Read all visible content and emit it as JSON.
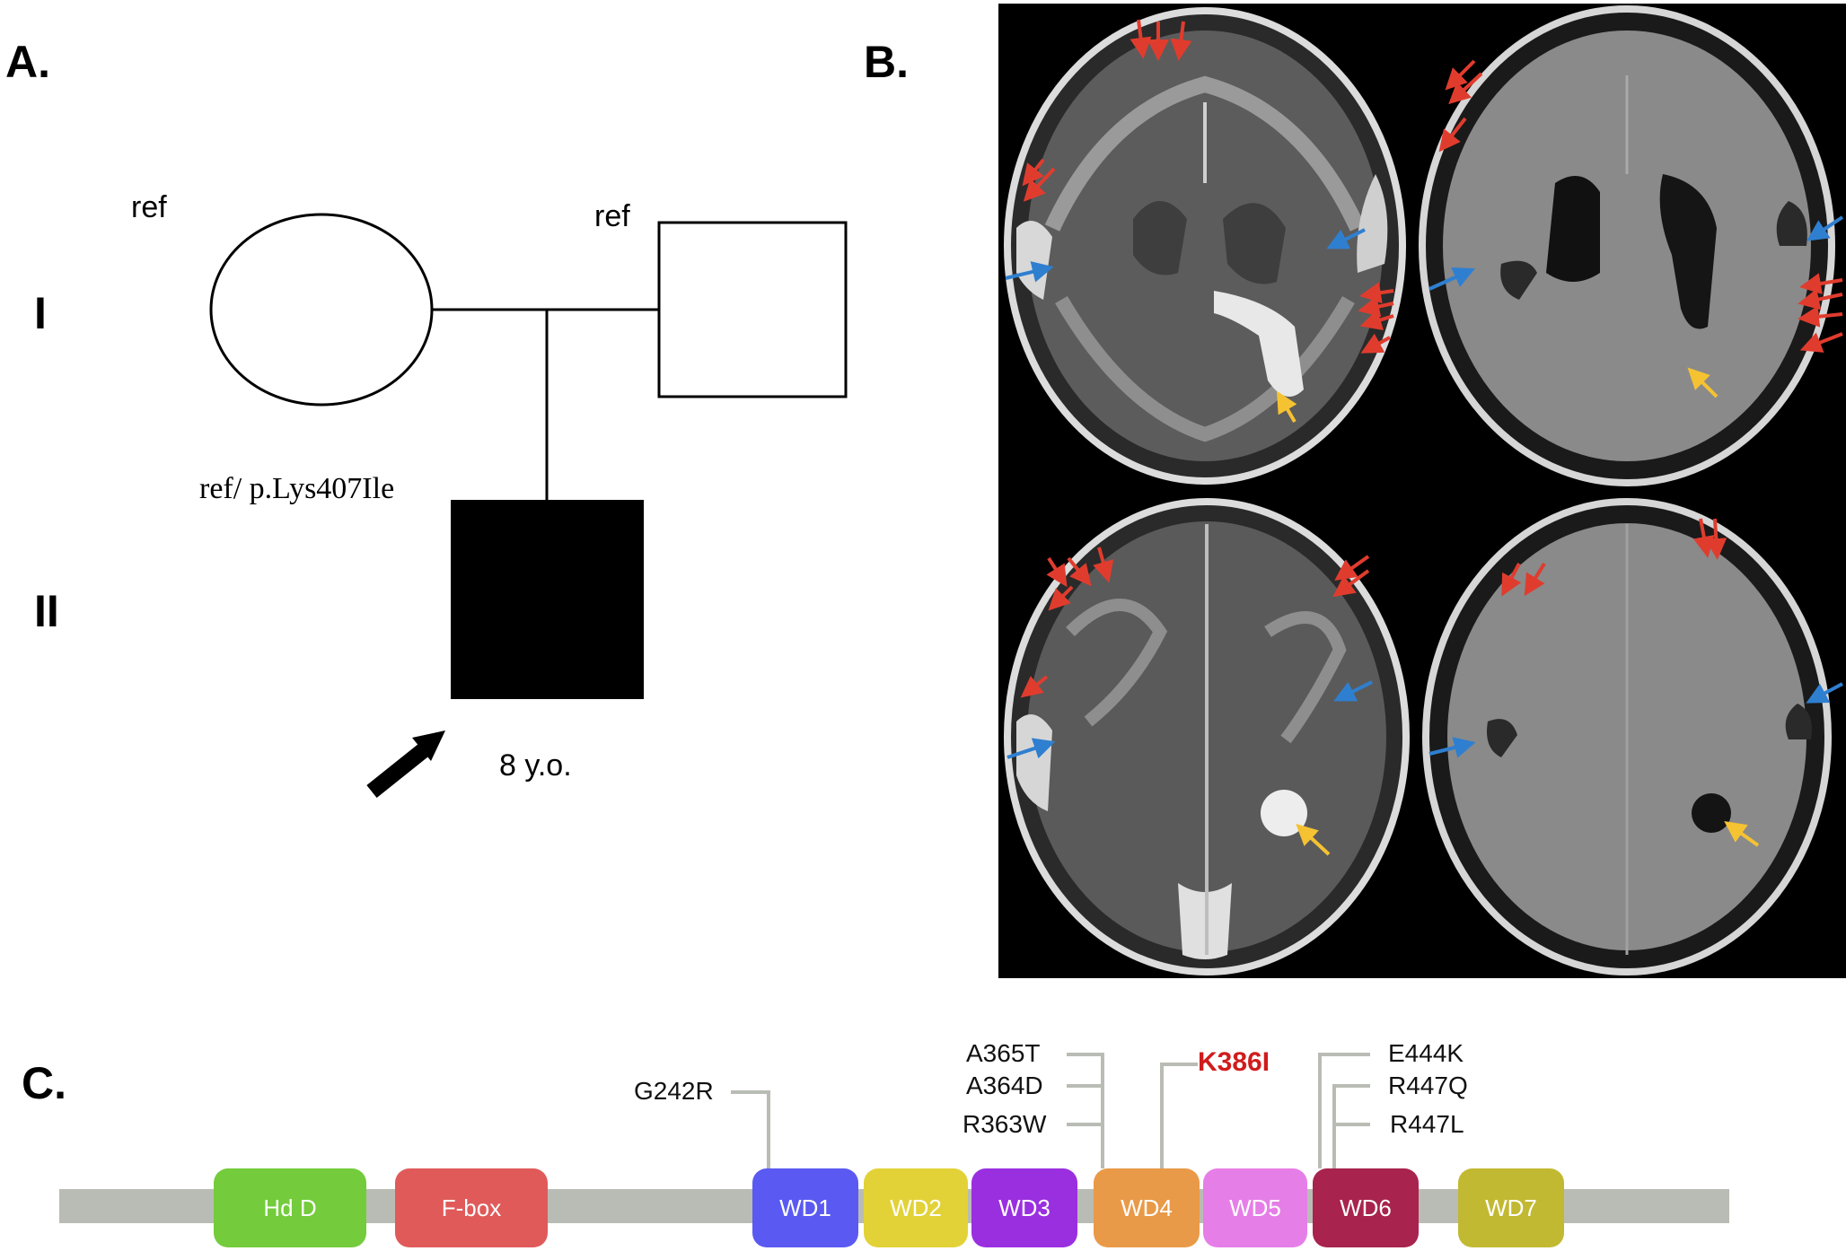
{
  "panels": {
    "a": "A.",
    "b": "B.",
    "c": "C."
  },
  "pedigree": {
    "generation_1": "I",
    "generation_2": "II",
    "mother_genotype": "ref",
    "father_genotype": "ref",
    "proband_genotype": "ref/ p.Lys407Ile",
    "proband_age": "8 y.o."
  },
  "protein": {
    "domains": [
      {
        "label": "Hd D",
        "color": "#74cc3c"
      },
      {
        "label": "F-box",
        "color": "#e05a5a"
      },
      {
        "label": "WD1",
        "color": "#5a5af2"
      },
      {
        "label": "WD2",
        "color": "#e2d238"
      },
      {
        "label": "WD3",
        "color": "#9a2fe0"
      },
      {
        "label": "WD4",
        "color": "#e99a48"
      },
      {
        "label": "WD5",
        "color": "#e67ee8"
      },
      {
        "label": "WD6",
        "color": "#a8234e"
      },
      {
        "label": "WD7",
        "color": "#c2b932"
      }
    ],
    "mutations": {
      "g242r": "G242R",
      "a365t": "A365T",
      "a364d": "A364D",
      "r363w": "R363W",
      "k386i": "K386I",
      "e444k": "E444K",
      "r447q": "R447Q",
      "r447l": "R447L"
    },
    "backbone_color": "#b9bcb4"
  }
}
